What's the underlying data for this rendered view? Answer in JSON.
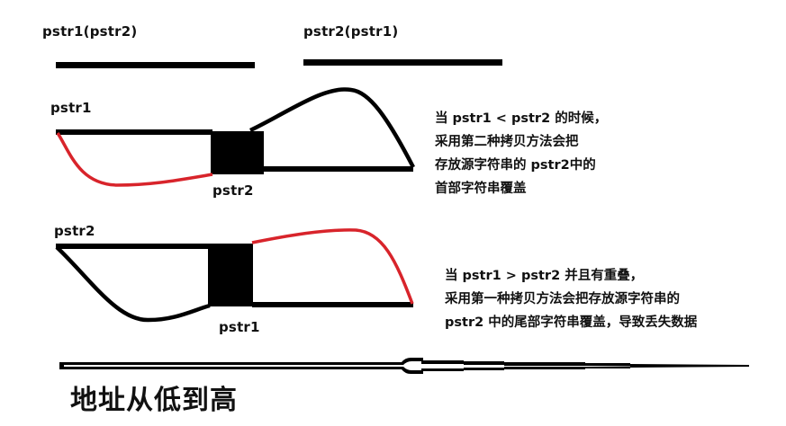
{
  "legend": {
    "left_label": "pstr1(pstr2)",
    "right_label": "pstr2(pstr1)"
  },
  "case1": {
    "start_label": "pstr1",
    "overlap_label": "pstr2",
    "note_lines": [
      "当 pstr1 < pstr2 的时候，",
      "采用第二种拷贝方法会把",
      "存放源字符串的 pstr2中的",
      "首部字符串覆盖"
    ]
  },
  "case2": {
    "start_label": "pstr2",
    "overlap_label": "pstr1",
    "note_lines": [
      "当 pstr1 > pstr2 并且有重叠，",
      "采用第一种拷贝方法会把存放源字符串的",
      "pstr2 中的尾部字符串覆盖，导致丢失数据"
    ]
  },
  "axis": {
    "label": "地址从低到高"
  },
  "colors": {
    "stroke": "#000000",
    "highlight": "#d8242b",
    "background": "#ffffff"
  }
}
